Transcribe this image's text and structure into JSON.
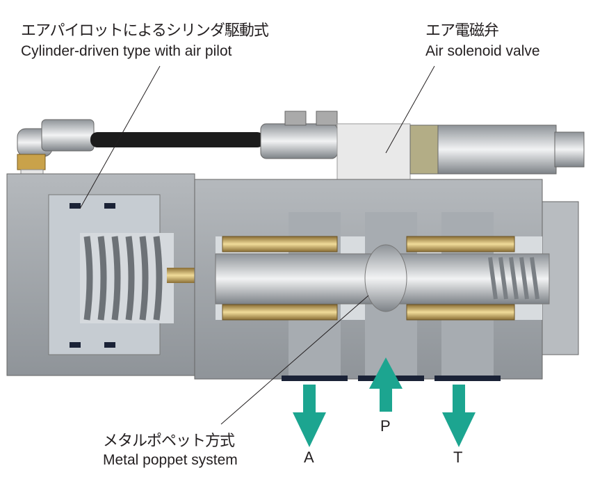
{
  "labels": {
    "pilot": {
      "jp": "エアパイロットによるシリンダ駆動式",
      "en": "Cylinder-driven type with air pilot"
    },
    "solenoid": {
      "jp": "エア電磁弁",
      "en": "Air solenoid valve"
    },
    "poppet": {
      "jp": "メタルポペット方式",
      "en": "Metal poppet system"
    }
  },
  "ports": {
    "a": "A",
    "p": "P",
    "t": "T"
  },
  "colors": {
    "arrow": "#1ca590",
    "body": "#9ea3a8",
    "brass": "#b89a5e",
    "seal": "#1a2236"
  }
}
